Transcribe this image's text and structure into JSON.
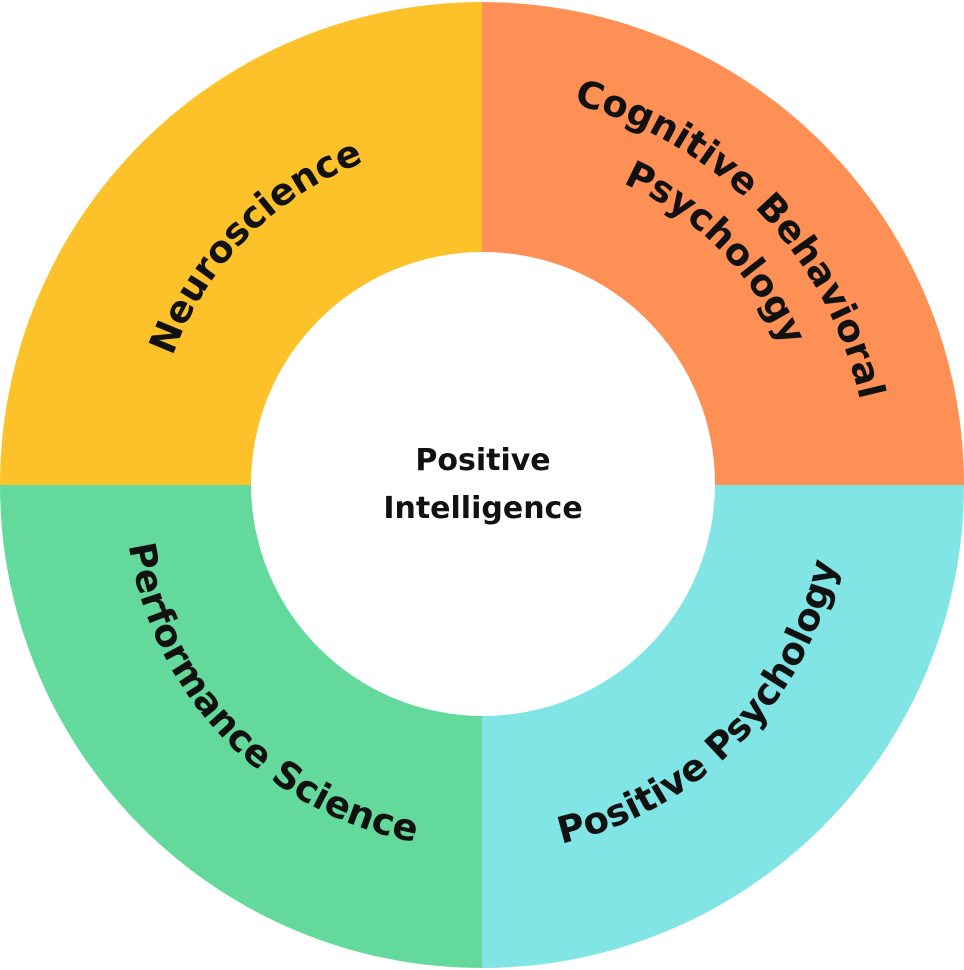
{
  "center": {
    "line1": "Positive",
    "line2": "Intelligence"
  },
  "segments": [
    {
      "label": "Neuroscience",
      "color": "#FDC22A"
    },
    {
      "label": "Cognitive Behavioral",
      "label2": "Psychology",
      "color": "#FE9055"
    },
    {
      "label": "Performance Science",
      "color": "#64D99C"
    },
    {
      "label": "Positive Psychology",
      "color": "#82E5E5"
    }
  ]
}
